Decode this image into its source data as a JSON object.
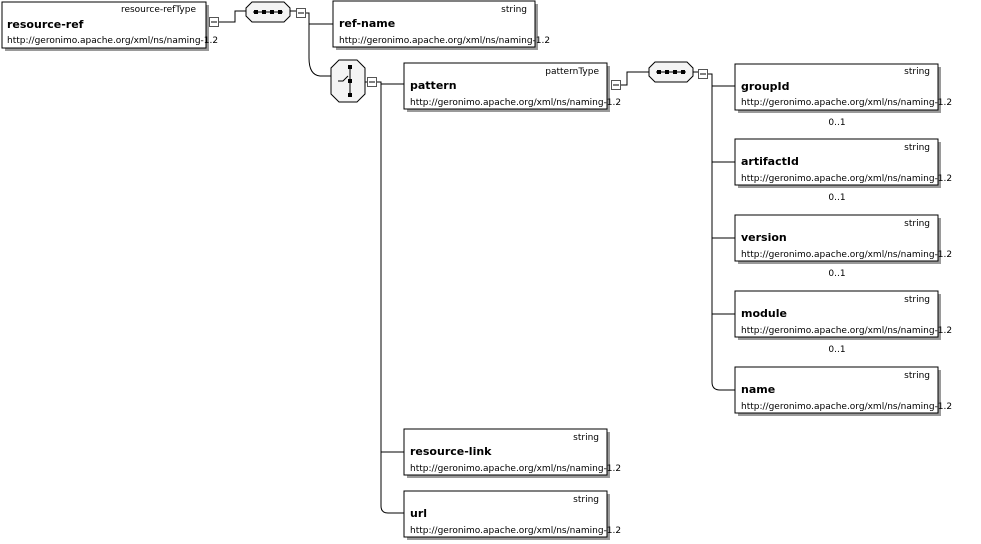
{
  "namespace": "http://geronimo.apache.org/xml/ns/naming-1.2",
  "nodes": {
    "resource_ref": {
      "name": "resource-ref",
      "type": "resource-refType"
    },
    "ref_name": {
      "name": "ref-name",
      "type": "string"
    },
    "pattern": {
      "name": "pattern",
      "type": "patternType"
    },
    "group_id": {
      "name": "groupId",
      "type": "string",
      "occurrence": "0..1"
    },
    "artifact_id": {
      "name": "artifactId",
      "type": "string",
      "occurrence": "0..1"
    },
    "version": {
      "name": "version",
      "type": "string",
      "occurrence": "0..1"
    },
    "module": {
      "name": "module",
      "type": "string",
      "occurrence": "0..1"
    },
    "name": {
      "name": "name",
      "type": "string"
    },
    "resource_link": {
      "name": "resource-link",
      "type": "string"
    },
    "url": {
      "name": "url",
      "type": "string"
    }
  },
  "compositors": {
    "root_sequence": {
      "kind": "sequence"
    },
    "root_choice": {
      "kind": "choice"
    },
    "pattern_sequence": {
      "kind": "sequence"
    }
  }
}
